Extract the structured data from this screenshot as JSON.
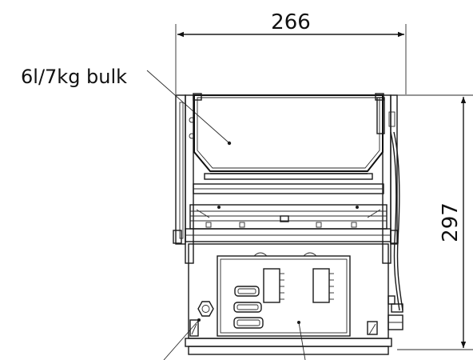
{
  "dimensions": {
    "width_label": "266",
    "height_label": "297"
  },
  "callouts": {
    "bulk_label": "6l/7kg bulk"
  }
}
